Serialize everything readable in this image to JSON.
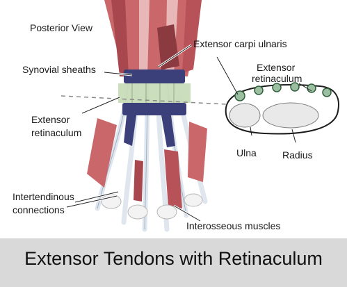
{
  "labels": {
    "posterior_view": "Posterior View",
    "synovial_sheaths": "Synovial sheaths",
    "extensor_retinaculum_line1": "Extensor",
    "extensor_retinaculum_line2": "retinaculum",
    "extensor_carpi_ulnaris": "Extensor carpi ulnaris",
    "cross_section_retinaculum_line1": "Extensor",
    "cross_section_retinaculum_line2": "retinaculum",
    "ulna": "Ulna",
    "radius": "Radius",
    "intertendinous_line1": "Intertendinous",
    "intertendinous_line2": "connections",
    "interosseous_muscles": "Interosseous muscles"
  },
  "caption": "Extensor Tendons with Retinaculum",
  "colors": {
    "muscle": "#c9676b",
    "muscle_dark": "#a8484e",
    "tendon": "#e8edf3",
    "sheath": "#3b3f7a",
    "retinaculum_band": "#c8dcb7",
    "bone": "#f3f3f3",
    "cross_section_outline": "#2f5e3a",
    "caption_bar": "#d9d9d9"
  }
}
